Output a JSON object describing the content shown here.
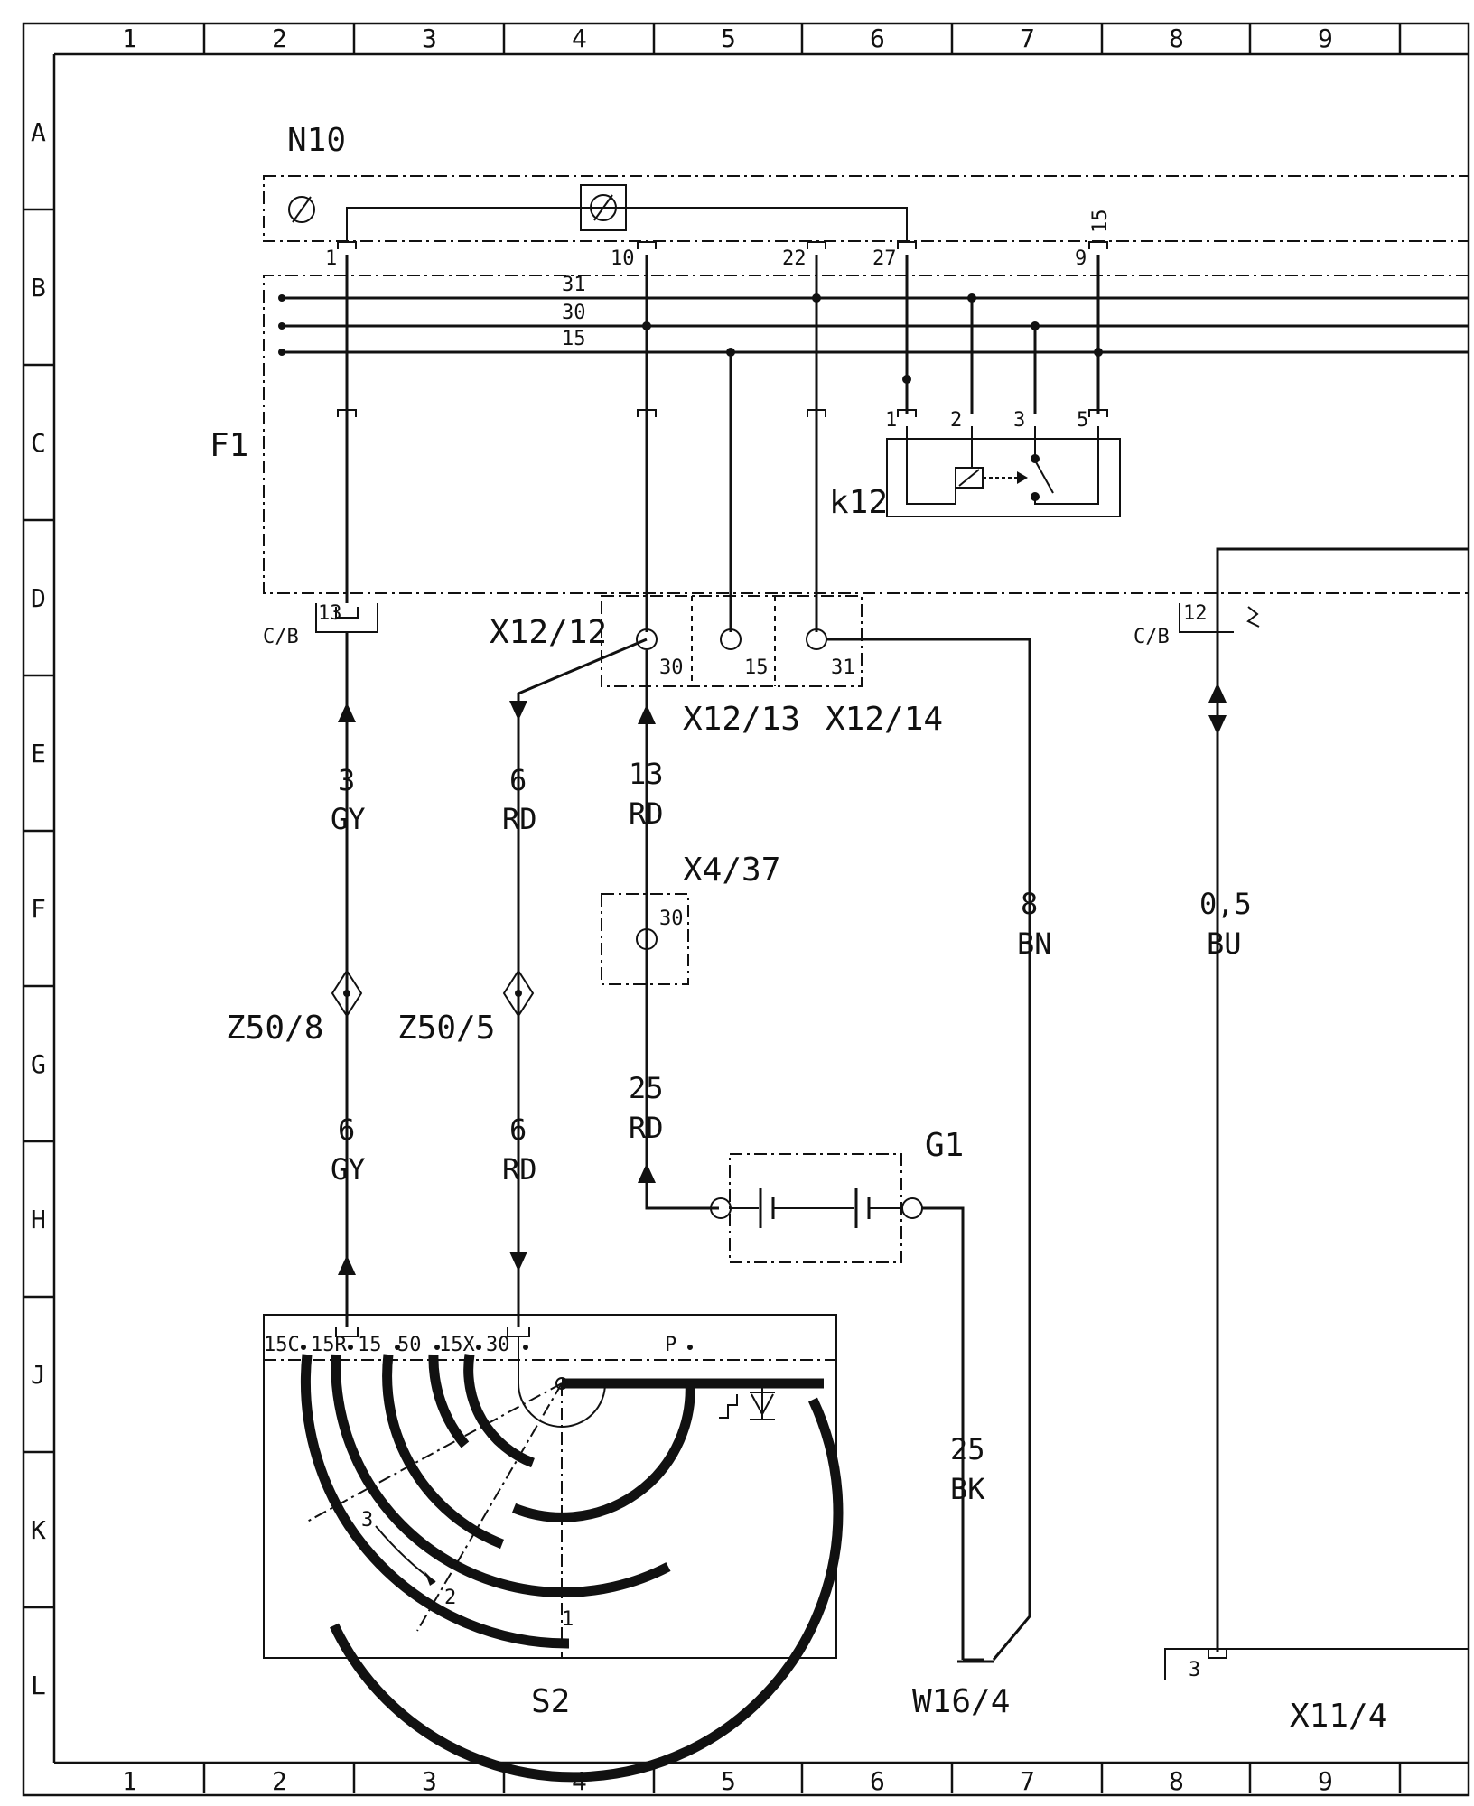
{
  "grid": {
    "cols": [
      "1",
      "2",
      "3",
      "4",
      "5",
      "6",
      "7",
      "8",
      "9"
    ],
    "rows": [
      "A",
      "B",
      "C",
      "D",
      "E",
      "F",
      "G",
      "H",
      "J",
      "K",
      "L"
    ]
  },
  "components": {
    "n10": "N10",
    "f1": "F1",
    "k12": "k12",
    "s2": "S2",
    "g1": "G1",
    "x4_37": "X4/37",
    "x12_12": "X12/12",
    "x12_13": "X12/13",
    "x12_14": "X12/14",
    "w16_4": "W16/4",
    "x11_4": "X11/4",
    "z50_8": "Z50/8",
    "z50_5": "Z50/5",
    "cb_left": "C/B",
    "cb_right": "C/B"
  },
  "bus_labels": [
    "31",
    "30",
    "15"
  ],
  "pins": {
    "n10": [
      "1",
      "10",
      "22",
      "27",
      "9",
      "15"
    ],
    "k12": [
      "1",
      "2",
      "3",
      "5"
    ],
    "f1_bottom_left": "13",
    "f1_bottom_right": "12",
    "x12_12_term": "30",
    "x12_13_term": "15",
    "x12_14_term": "31",
    "x4_37_term": "30",
    "x11_4_pin": "3",
    "s2": [
      "15C",
      "15R",
      "15",
      "50",
      "15X",
      "30",
      "P"
    ],
    "s2_positions": [
      "3",
      "2",
      "1"
    ]
  },
  "wires": {
    "w_13_3gy": {
      "size": "3",
      "color": "GY"
    },
    "w_12_6rd": {
      "size": "6",
      "color": "RD"
    },
    "w_x12_13rd": {
      "size": "13",
      "color": "RD"
    },
    "w_x4_25rd": {
      "size": "25",
      "color": "RD"
    },
    "w_z50_8_6gy": {
      "size": "6",
      "color": "GY"
    },
    "w_z50_5_6rd": {
      "size": "6",
      "color": "RD"
    },
    "w_x12_14_8bn": {
      "size": "8",
      "color": "BN"
    },
    "w_12_05bu": {
      "size": "0,5",
      "color": "BU"
    },
    "w_g1_25bk": {
      "size": "25",
      "color": "BK"
    }
  }
}
